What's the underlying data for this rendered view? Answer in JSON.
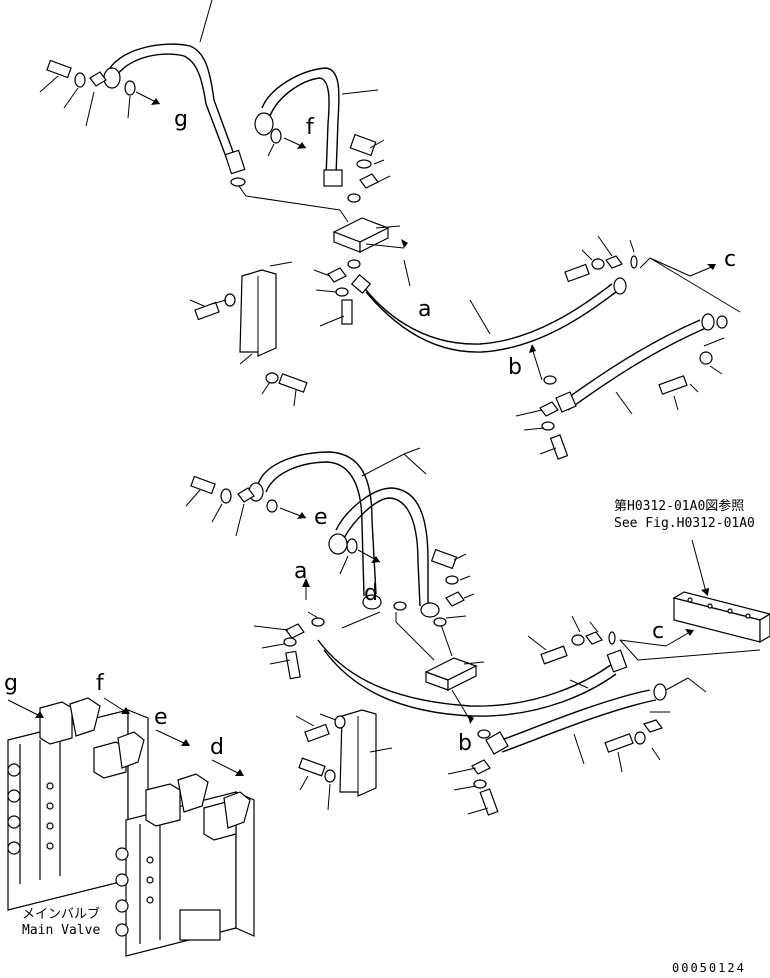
{
  "labels": {
    "a": "a",
    "b": "b",
    "c": "c",
    "d": "d",
    "e": "e",
    "f": "f",
    "g": "g"
  },
  "reference_note": {
    "line1": "第H0312-01A0図参照",
    "line2": "See Fig.H0312-01A0"
  },
  "main_valve_caption": {
    "jp": "メインバルブ",
    "en": "Main Valve"
  },
  "drawing_code": "00050124"
}
